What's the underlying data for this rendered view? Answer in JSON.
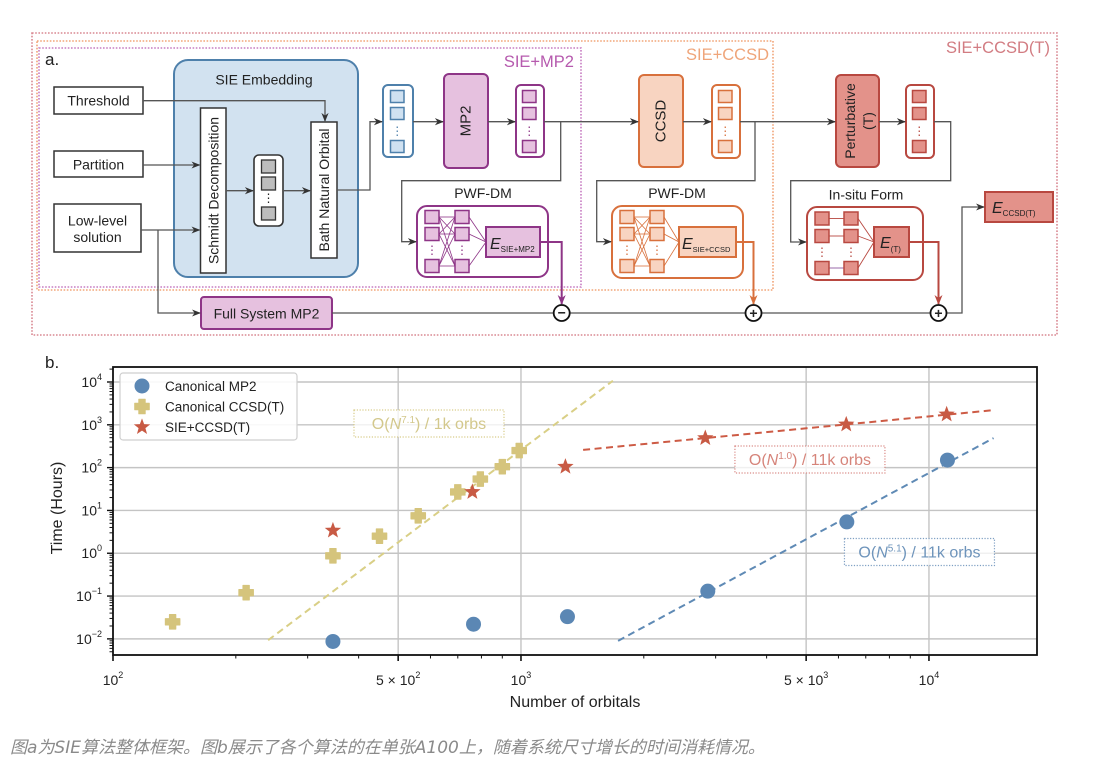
{
  "diagram": {
    "panel_label": "a.",
    "regions": [
      {
        "id": "sie_ccsd_t",
        "label": "SIE+CCSD(T)",
        "color": "#d4808a"
      },
      {
        "id": "sie_ccsd",
        "label": "SIE+CCSD",
        "color": "#efa57a"
      },
      {
        "id": "sie_mp2",
        "label": "SIE+MP2",
        "color": "#b65aae"
      }
    ],
    "inputs": {
      "threshold": "Threshold",
      "partition": "Partition",
      "low_level": [
        "Low-level",
        "solution"
      ]
    },
    "embedding": {
      "title": "SIE Embedding",
      "schmidt": "Schmidt Decomposition",
      "bath": "Bath Natural Orbital"
    },
    "full_system_mp2": "Full System MP2",
    "solvers": {
      "mp2": "MP2",
      "ccsd": "CCSD",
      "perturbative": [
        "Perturbative",
        "(T)"
      ]
    },
    "pwf_dm": {
      "mp2": "PWF-DM",
      "ccsd": "PWF-DM"
    },
    "in_situ": "In-situ Form",
    "energies": {
      "sie_mp2": {
        "symbol": "E",
        "sub": "SIE+MP2"
      },
      "sie_ccsd": {
        "symbol": "E",
        "sub": "SIE+CCSD"
      },
      "t": {
        "symbol": "E",
        "sub": "(T)"
      },
      "ccsd_t": {
        "symbol": "E",
        "sub": "CCSD(T)"
      }
    },
    "operators": {
      "minus": "−",
      "plus_ccsd": "+",
      "plus_t": "+"
    },
    "ellipsis": "⋮",
    "colors": {
      "embedding": "#4e80ab",
      "mp2": "#8e3587",
      "ccsd": "#d8703c",
      "perturbative_t": "#b84840"
    }
  },
  "chart_panel_label": "b.",
  "chart_data": {
    "type": "scatter",
    "title": "",
    "xlabel": "Number of orbitals",
    "ylabel": "Time (Hours)",
    "xscale": "log",
    "yscale": "log",
    "xlim": [
      100,
      18400
    ],
    "ylim": [
      0.0042,
      22400
    ],
    "grid": true,
    "legend": "top-left",
    "xticks": [
      {
        "value": 100,
        "base": "10",
        "exp": "2"
      },
      {
        "value": 500,
        "base": "5 × 10",
        "exp": "2"
      },
      {
        "value": 1000,
        "base": "10",
        "exp": "3"
      },
      {
        "value": 5000,
        "base": "5 × 10",
        "exp": "3"
      },
      {
        "value": 10000,
        "base": "10",
        "exp": "4"
      }
    ],
    "yticks": [
      {
        "value": 0.01,
        "base": "10",
        "exp": "−2"
      },
      {
        "value": 0.1,
        "base": "10",
        "exp": "−1"
      },
      {
        "value": 1,
        "base": "10",
        "exp": "0"
      },
      {
        "value": 10,
        "base": "10",
        "exp": "1"
      },
      {
        "value": 100,
        "base": "10",
        "exp": "2"
      },
      {
        "value": 1000,
        "base": "10",
        "exp": "3"
      },
      {
        "value": 10000,
        "base": "10",
        "exp": "4"
      }
    ],
    "series": [
      {
        "id": "canonical-mp2",
        "name": "Canonical MP2",
        "marker": "circle",
        "color": "#5b87b4",
        "x": [
          346,
          765,
          1300,
          2870,
          6290,
          11100
        ],
        "y": [
          0.0087,
          0.022,
          0.033,
          0.13,
          5.4,
          150
        ]
      },
      {
        "id": "canonical-ccsd-t",
        "name": "Canonical CCSD(T)",
        "marker": "plus",
        "color": "#d5c47c",
        "x": [
          140,
          212,
          346,
          450,
          560,
          700,
          795,
          900,
          990
        ],
        "y": [
          0.025,
          0.12,
          0.87,
          2.5,
          7.5,
          27,
          54,
          105,
          250
        ]
      },
      {
        "id": "sie-ccsd-t",
        "name": "SIE+CCSD(T)",
        "marker": "star",
        "color": "#c85a44",
        "x": [
          346,
          760,
          1285,
          2830,
          6270,
          11050
        ],
        "y": [
          3.4,
          27,
          105,
          490,
          1020,
          1750
        ]
      }
    ],
    "fits": [
      {
        "id": "ccsd-t-fit",
        "series": "Canonical CCSD(T)",
        "scaling_exponent": 7.1,
        "color": "#d9cf86",
        "x": [
          240,
          1680
        ],
        "y": [
          0.0093,
          10700
        ]
      },
      {
        "id": "sie-ccsd-t-fit",
        "series": "SIE+CCSD(T)",
        "scaling_exponent": 1.0,
        "color": "#cd5b45",
        "x": [
          1420,
          14400
        ],
        "y": [
          259,
          2200
        ]
      },
      {
        "id": "mp2-fit",
        "series": "Canonical MP2",
        "scaling_exponent": 5.1,
        "color": "#5f8ab5",
        "x": [
          1730,
          14400
        ],
        "y": [
          0.009,
          490
        ]
      }
    ],
    "annotations": [
      {
        "id": "ccsd-t-scaling",
        "prefix": "O(",
        "variable": "N",
        "exponent": "7.1",
        "suffix": ") / 1k orbs",
        "x": 595,
        "y": 1073,
        "color": "#d8cc8a",
        "text_color": "#d3c88c"
      },
      {
        "id": "sie-ccsd-t-scaling",
        "prefix": "O(",
        "variable": "N",
        "exponent": "1.0",
        "suffix": ") / 11k orbs",
        "x": 5108,
        "y": 155,
        "color": "#d98a86",
        "text_color": "#d6847a"
      },
      {
        "id": "mp2-scaling",
        "prefix": "O(",
        "variable": "N",
        "exponent": "5.1",
        "suffix": ") / 11k orbs",
        "x": 9478,
        "y": 1.07,
        "color": "#7d9ec2",
        "text_color": "#6e94bb"
      }
    ]
  },
  "caption": "图a为SIE算法整体框架。图b展示了各个算法的在单张A100上，随着系统尺寸增长的时间消耗情况。"
}
